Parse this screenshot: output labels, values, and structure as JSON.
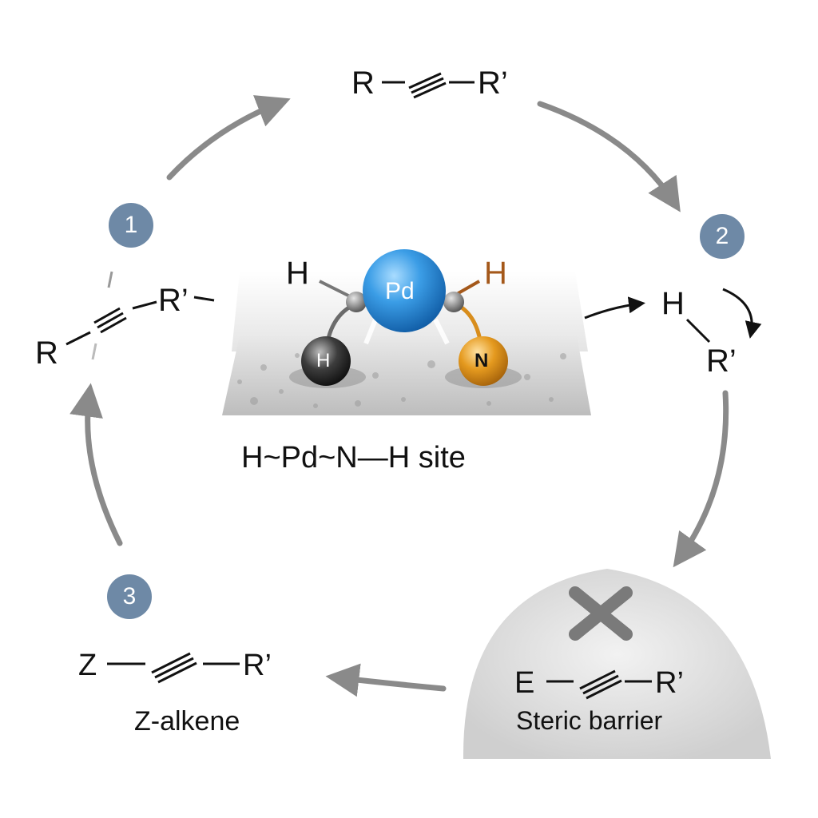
{
  "colors": {
    "badge": "#6e89a6",
    "arrow": "#8a8a8a",
    "pd_atom": "#2f8fd6",
    "n_atom": "#e0961e",
    "h_atom": "#3a3a3a",
    "h_orange_label": "#a4581a",
    "surface": "#c9c9c9",
    "barrier_dome": "#d6d6d6",
    "cross": "#7a7a7a"
  },
  "steps": {
    "one": "1",
    "two": "2",
    "three": "3"
  },
  "top": {
    "r": "R",
    "r_prime": "R’"
  },
  "left": {
    "r": "R",
    "r_prime": "R’"
  },
  "right": {
    "h": "H",
    "r_prime": "R’"
  },
  "center": {
    "pd": "Pd",
    "h_left": "H",
    "h_right": "H",
    "h_ball": "H",
    "n_ball": "N",
    "caption": "H~Pd~N—H site"
  },
  "bottom_left": {
    "z": "Z",
    "r_prime": "R’",
    "caption": "Z-alkene"
  },
  "bottom_right": {
    "e": "E",
    "r_prime": "R’",
    "caption": "Steric barrier"
  }
}
